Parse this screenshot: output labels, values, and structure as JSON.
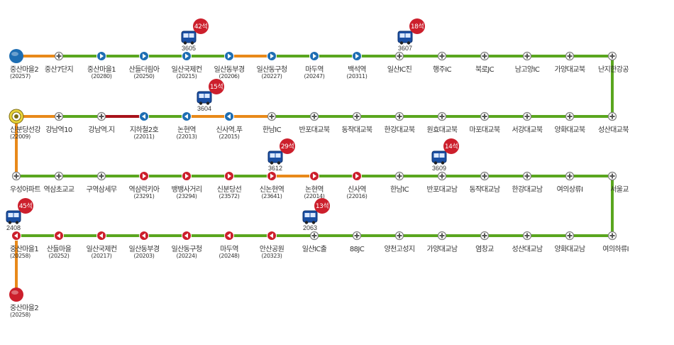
{
  "colors": {
    "green": "#5aa61f",
    "orange": "#e8891a",
    "darkred": "#a8121a",
    "blue": "#1e6eb3",
    "red": "#cc1f2c",
    "gray": "#8a8a8a"
  },
  "stops": [
    {
      "name": "중산마을2",
      "code": "(20257)",
      "type": "blue-terminal"
    },
    {
      "name": "중산7단지",
      "code": "",
      "type": "gray"
    },
    {
      "name": "중산마을1",
      "code": "(20280)",
      "type": "blue"
    },
    {
      "name": "산들더림아",
      "code": "(20250)",
      "type": "blue"
    },
    {
      "name": "일산국제컨",
      "code": "(20215)",
      "type": "blue"
    },
    {
      "name": "일산동부경",
      "code": "(20206)",
      "type": "blue"
    },
    {
      "name": "일산동구청",
      "code": "(20227)",
      "type": "blue"
    },
    {
      "name": "마두역",
      "code": "(20247)",
      "type": "blue"
    },
    {
      "name": "백석역",
      "code": "(20311)",
      "type": "blue"
    },
    {
      "name": "일산IC진",
      "code": "",
      "type": "gray"
    },
    {
      "name": "행주IC",
      "code": "",
      "type": "gray"
    },
    {
      "name": "북로JC",
      "code": "",
      "type": "gray"
    },
    {
      "name": "남고양IC",
      "code": "",
      "type": "gray"
    },
    {
      "name": "가양대교북",
      "code": "",
      "type": "gray"
    },
    {
      "name": "난지한강공",
      "code": "",
      "type": "gray"
    },
    {
      "name": "성산대교북",
      "code": "",
      "type": "gray"
    },
    {
      "name": "양화대교북",
      "code": "",
      "type": "gray"
    },
    {
      "name": "서강대교북",
      "code": "",
      "type": "gray"
    },
    {
      "name": "마포대교북",
      "code": "",
      "type": "gray"
    },
    {
      "name": "원효대교북",
      "code": "",
      "type": "gray"
    },
    {
      "name": "한강대교북",
      "code": "",
      "type": "gray"
    },
    {
      "name": "동작대교북",
      "code": "",
      "type": "gray"
    },
    {
      "name": "반포대교북",
      "code": "",
      "type": "gray"
    },
    {
      "name": "한남IC",
      "code": "",
      "type": "gray"
    },
    {
      "name": "신사역.푸",
      "code": "(22015)",
      "type": "blue-left"
    },
    {
      "name": "논현역",
      "code": "(22013)",
      "type": "blue-left"
    },
    {
      "name": "지하철2호",
      "code": "(22011)",
      "type": "blue-left"
    },
    {
      "name": "강남역.지",
      "code": "",
      "type": "gray"
    },
    {
      "name": "강남역10",
      "code": "",
      "type": "gray"
    },
    {
      "name": "신분당선강",
      "code": "(22009)",
      "type": "turn"
    },
    {
      "name": "우성아파트",
      "code": "",
      "type": "gray"
    },
    {
      "name": "역삼초교교",
      "code": "",
      "type": "gray"
    },
    {
      "name": "구역삼세무",
      "code": "",
      "type": "gray"
    },
    {
      "name": "역삼럭키아",
      "code": "(23291)",
      "type": "red"
    },
    {
      "name": "뱅뱅사거리",
      "code": "(23294)",
      "type": "red"
    },
    {
      "name": "신분당선",
      "code": "(23572)",
      "type": "red"
    },
    {
      "name": "신논현역",
      "code": "(23641)",
      "type": "red"
    },
    {
      "name": "논현역",
      "code": "(22014)",
      "type": "red"
    },
    {
      "name": "신사역",
      "code": "(22016)",
      "type": "red"
    },
    {
      "name": "한남IC",
      "code": "",
      "type": "gray"
    },
    {
      "name": "반포대교남",
      "code": "",
      "type": "gray"
    },
    {
      "name": "동작대교남",
      "code": "",
      "type": "gray"
    },
    {
      "name": "한강대교남",
      "code": "",
      "type": "gray"
    },
    {
      "name": "여의상류I",
      "code": "",
      "type": "gray"
    },
    {
      "name": "서울교",
      "code": "",
      "type": "gray"
    },
    {
      "name": "여의하류I",
      "code": "",
      "type": "gray"
    },
    {
      "name": "양화대교남",
      "code": "",
      "type": "gray"
    },
    {
      "name": "성산대교남",
      "code": "",
      "type": "gray"
    },
    {
      "name": "염창교",
      "code": "",
      "type": "gray"
    },
    {
      "name": "가양대교남",
      "code": "",
      "type": "gray"
    },
    {
      "name": "양천고성지",
      "code": "",
      "type": "gray"
    },
    {
      "name": "88JC",
      "code": "",
      "type": "gray"
    },
    {
      "name": "일산IC출",
      "code": "",
      "type": "gray"
    },
    {
      "name": "안산공원",
      "code": "(20323)",
      "type": "red-left"
    },
    {
      "name": "마두역",
      "code": "(20248)",
      "type": "red-left"
    },
    {
      "name": "일산동구청",
      "code": "(20224)",
      "type": "red-left"
    },
    {
      "name": "일산동부경",
      "code": "(20203)",
      "type": "red-left"
    },
    {
      "name": "일산국제컨",
      "code": "(20217)",
      "type": "red-left"
    },
    {
      "name": "산들마을",
      "code": "(20252)",
      "type": "red-left"
    },
    {
      "name": "중산마을1",
      "code": "(20258)",
      "type": "red-left"
    },
    {
      "name": "중산마을2",
      "code": "(20258)",
      "type": "red-terminal"
    }
  ],
  "buses": [
    {
      "id": "3605",
      "seats": "42석"
    },
    {
      "id": "3607",
      "seats": "18석"
    },
    {
      "id": "3604",
      "seats": "15석"
    },
    {
      "id": "3612",
      "seats": "29석"
    },
    {
      "id": "3609",
      "seats": "14석"
    },
    {
      "id": "2408",
      "seats": "45석"
    },
    {
      "id": "2063",
      "seats": "13석"
    }
  ]
}
